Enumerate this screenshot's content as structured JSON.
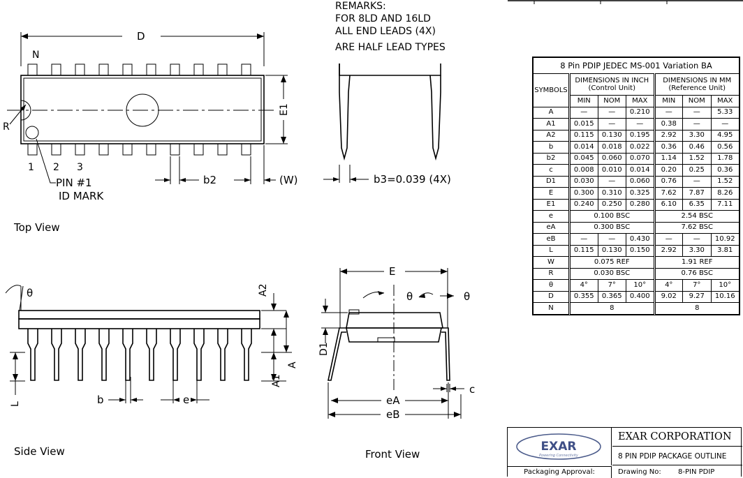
{
  "remarks": {
    "line1": "REMARKS:",
    "line2": "FOR 8LD AND 16LD",
    "line3": "ALL END LEADS (4X)",
    "line4": "ARE HALF LEAD TYPES"
  },
  "labels": {
    "D": "D",
    "N": "N",
    "R": "R",
    "E1": "E1",
    "pin1": "1",
    "pin2": "2",
    "pin3": "3",
    "pin_id_line1": "PIN #1",
    "pin_id_line2": "ID MARK",
    "b2": "b2",
    "W": "(W)",
    "b3": "b3=0.039 (4X)",
    "theta": "θ",
    "A2": "A2",
    "A": "A",
    "A1": "A1",
    "L": "L",
    "b": "b",
    "e": "e",
    "E": "E",
    "D1": "D1",
    "c": "c",
    "eA": "eA",
    "eB": "eB"
  },
  "views": {
    "top": "Top View",
    "side": "Side View",
    "front": "Front View"
  },
  "table": {
    "title": "8 Pin PDIP JEDEC MS-001 Variation BA",
    "symbols_header": "SYMBOLS",
    "inch_header_1": "DIMENSIONS IN INCH",
    "inch_header_2": "(Control Unit)",
    "mm_header_1": "DIMENSIONS IN MM",
    "mm_header_2": "(Reference Unit)",
    "cols": [
      "MIN",
      "NOM",
      "MAX",
      "MIN",
      "NOM",
      "MAX"
    ],
    "rows": [
      {
        "sym": "A",
        "v": [
          "—",
          "—",
          "0.210",
          "—",
          "—",
          "5.33"
        ]
      },
      {
        "sym": "A1",
        "v": [
          "0.015",
          "—",
          "—",
          "0.38",
          "—",
          "—"
        ]
      },
      {
        "sym": "A2",
        "v": [
          "0.115",
          "0.130",
          "0.195",
          "2.92",
          "3.30",
          "4.95"
        ]
      },
      {
        "sym": "b",
        "v": [
          "0.014",
          "0.018",
          "0.022",
          "0.36",
          "0.46",
          "0.56"
        ]
      },
      {
        "sym": "b2",
        "v": [
          "0.045",
          "0.060",
          "0.070",
          "1.14",
          "1.52",
          "1.78"
        ]
      },
      {
        "sym": "c",
        "v": [
          "0.008",
          "0.010",
          "0.014",
          "0.20",
          "0.25",
          "0.36"
        ]
      },
      {
        "sym": "D1",
        "v": [
          "0.030",
          "—",
          "0.060",
          "0.76",
          "—",
          "1.52"
        ]
      },
      {
        "sym": "E",
        "v": [
          "0.300",
          "0.310",
          "0.325",
          "7.62",
          "7.87",
          "8.26"
        ]
      },
      {
        "sym": "E1",
        "v": [
          "0.240",
          "0.250",
          "0.280",
          "6.10",
          "6.35",
          "7.11"
        ]
      },
      {
        "sym": "e",
        "span": [
          "0.100 BSC",
          "2.54 BSC"
        ]
      },
      {
        "sym": "eA",
        "span": [
          "0.300 BSC",
          "7.62 BSC"
        ]
      },
      {
        "sym": "eB",
        "v": [
          "—",
          "—",
          "0.430",
          "—",
          "—",
          "10.92"
        ]
      },
      {
        "sym": "L",
        "v": [
          "0.115",
          "0.130",
          "0.150",
          "2.92",
          "3.30",
          "3.81"
        ]
      },
      {
        "sym": "W",
        "span": [
          "0.075 REF",
          "1.91 REF"
        ]
      },
      {
        "sym": "R",
        "span": [
          "0.030 BSC",
          "0.76 BSC"
        ]
      },
      {
        "sym": "θ",
        "v": [
          "4°",
          "7°",
          "10°",
          "4°",
          "7°",
          "10°"
        ]
      },
      {
        "sym": "D",
        "v": [
          "0.355",
          "0.365",
          "0.400",
          "9.02",
          "9.27",
          "10.16"
        ]
      },
      {
        "sym": "N",
        "span": [
          "8",
          "8"
        ]
      }
    ]
  },
  "titleblock": {
    "logo_text": "EXAR",
    "logo_tagline": "Powering Connectivity",
    "company": "EXAR CORPORATION",
    "outline": "8 PIN PDIP PACKAGE OUTLINE",
    "approval": "Packaging Approval:",
    "drawing_no_label": "Drawing No:",
    "drawing_no": "8-PIN PDIP"
  }
}
